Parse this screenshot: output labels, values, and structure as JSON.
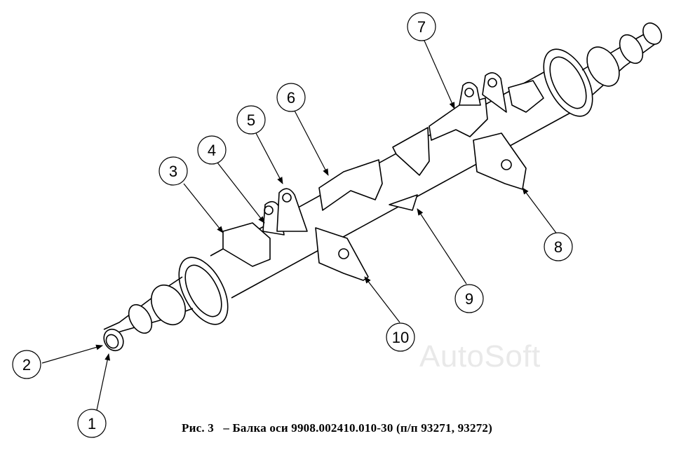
{
  "caption": {
    "prefix": "Рис. 3",
    "text": "– Балка оси 9908.002410.010-30 (п/п 93271, 93272)"
  },
  "watermark": "AutoSoft",
  "callouts": [
    {
      "id": "1",
      "label": "1"
    },
    {
      "id": "2",
      "label": "2"
    },
    {
      "id": "3",
      "label": "3"
    },
    {
      "id": "4",
      "label": "4"
    },
    {
      "id": "5",
      "label": "5"
    },
    {
      "id": "6",
      "label": "6"
    },
    {
      "id": "7",
      "label": "7"
    },
    {
      "id": "8",
      "label": "8"
    },
    {
      "id": "9",
      "label": "9"
    },
    {
      "id": "10",
      "label": "10"
    }
  ]
}
